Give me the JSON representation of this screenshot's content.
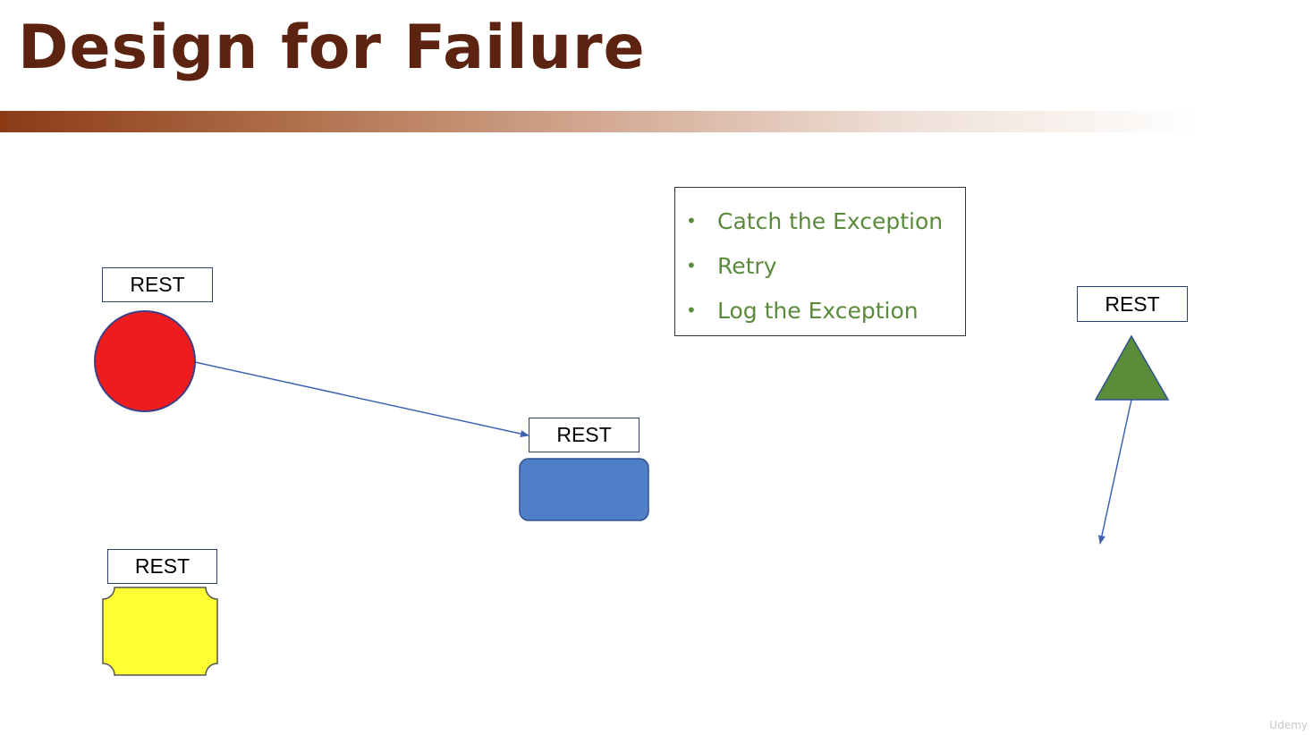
{
  "slide": {
    "title": "Design for Failure",
    "bullets": [
      "Catch the Exception",
      "Retry",
      "Log the Exception"
    ],
    "rest_labels": {
      "circle": "REST",
      "rectangle": "REST",
      "octagon": "REST",
      "triangle": "REST"
    },
    "watermark": "Udemy"
  },
  "colors": {
    "title": "#5c2410",
    "bullet_text": "#5a8a3a",
    "circle_fill": "#ee1c1c",
    "rectangle_fill": "#4f7fc6",
    "octagon_fill": "#ffff33",
    "triangle_fill": "#5b8c3a",
    "arrow": "#3f63b4"
  }
}
